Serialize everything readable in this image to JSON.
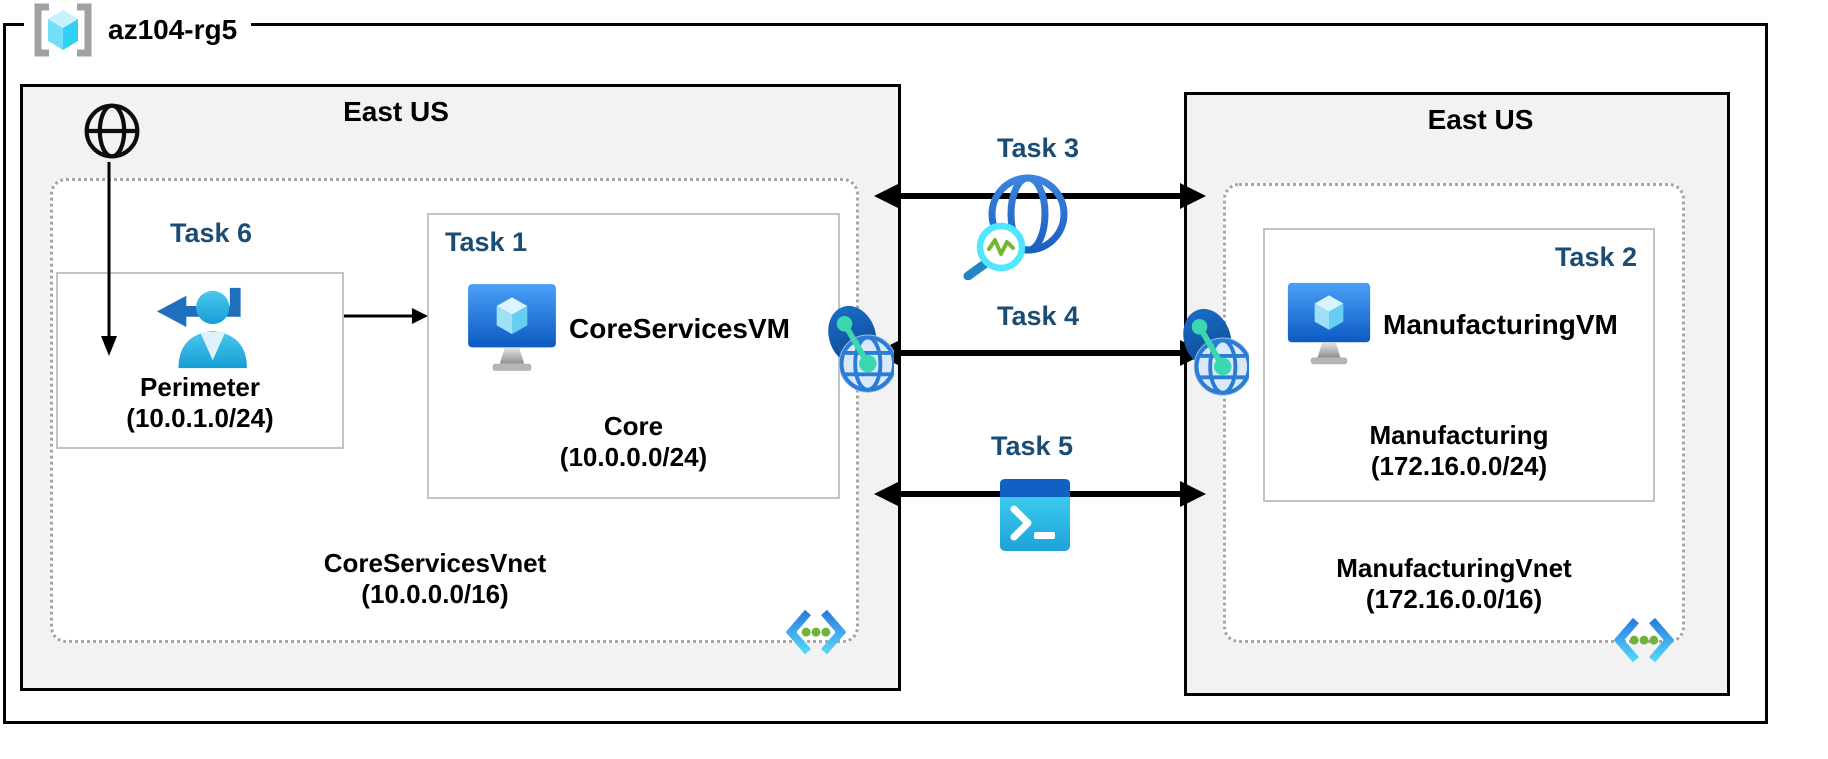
{
  "resource_group": {
    "label": "az104-rg5"
  },
  "regions": {
    "left": {
      "label": "East US",
      "vnet": {
        "name": "CoreServicesVnet",
        "cidr": "(10.0.0.0/16)"
      },
      "perimeter_box": {
        "task_label": "Task 6",
        "subnet_name": "Perimeter",
        "subnet_cidr": "(10.0.1.0/24)"
      },
      "vm_box": {
        "task_label": "Task 1",
        "vm_name": "CoreServicesVM",
        "subnet_name": "Core",
        "subnet_cidr": "(10.0.0.0/24)"
      }
    },
    "right": {
      "label": "East US",
      "vnet": {
        "name": "ManufacturingVnet",
        "cidr": "(172.16.0.0/16)"
      },
      "vm_box": {
        "task_label": "Task 2",
        "vm_name": "ManufacturingVM",
        "subnet_name": "Manufacturing",
        "subnet_cidr": "(172.16.0.0/24)"
      }
    }
  },
  "connections": [
    {
      "label": "Task 3",
      "icon": "network-watcher-icon"
    },
    {
      "label": "Task 4",
      "icon": "vnet-peering-icon"
    },
    {
      "label": "Task 5",
      "icon": "cloud-shell-icon"
    }
  ],
  "icons": {
    "resource_group": "resource-group-icon",
    "internet": "internet-globe-icon",
    "perimeter_user": "user-return-icon",
    "virtual_machine": "virtual-machine-icon",
    "network_watcher": "network-watcher-icon",
    "vnet_peering": "vnet-peering-icon",
    "cloud_shell": "cloud-shell-icon",
    "subnet": "subnet-icon"
  },
  "colors": {
    "task_label": "#1B4D74",
    "region_fill": "#F2F2F2",
    "vnet_fill": "#FFFFFF",
    "outline": "#000000",
    "dotted_border": "#A6A6A6",
    "box_border": "#C3C3C3",
    "azure_blue": "#1263C6",
    "azure_cyan": "#35C1E8",
    "peering_teal": "#3BD7AE",
    "subnet_dot_green": "#6FB33F"
  }
}
